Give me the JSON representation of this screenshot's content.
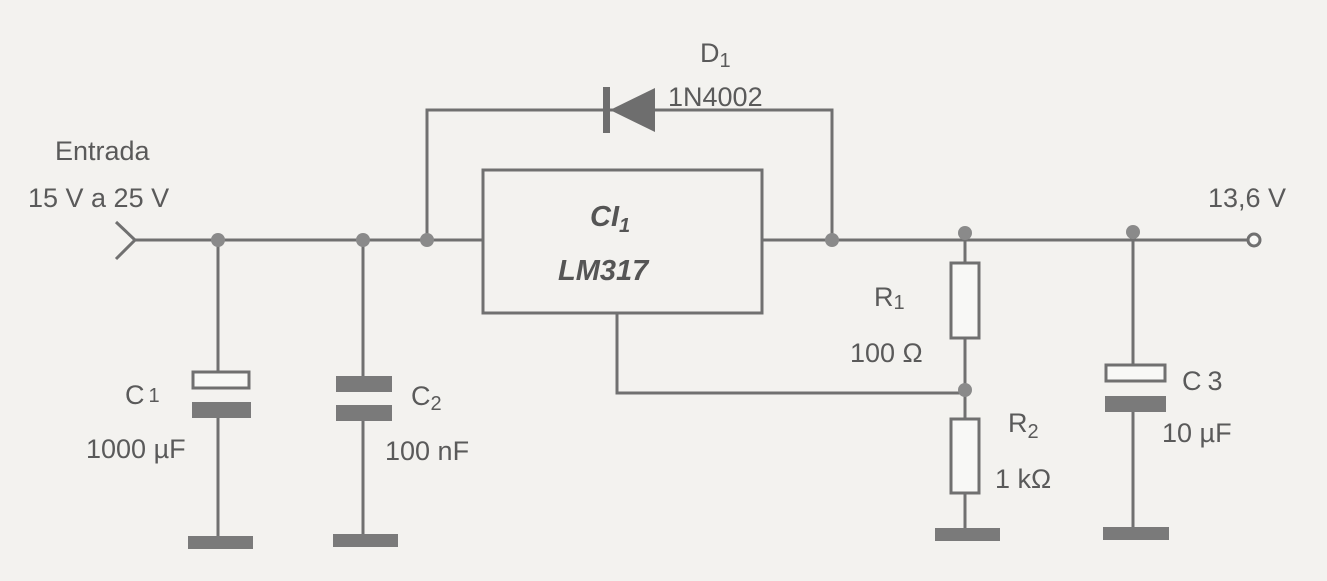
{
  "input": {
    "label": "Entrada",
    "range": "15 V a 25 V"
  },
  "output": {
    "voltage": "13,6 V"
  },
  "ic": {
    "ref": "CI",
    "ref_sub": "1",
    "part": "LM317"
  },
  "diode": {
    "ref": "D",
    "ref_sub": "1",
    "part": "1N4002"
  },
  "components": {
    "c1": {
      "ref": "C",
      "sub": "1",
      "value": "1000 µF"
    },
    "c2": {
      "ref": "C",
      "sub": "2",
      "value": "100 nF"
    },
    "c3": {
      "ref": "C",
      "sub": "3",
      "value": "10 µF"
    },
    "r1": {
      "ref": "R",
      "sub": "1",
      "value": "100 Ω"
    },
    "r2": {
      "ref": "R",
      "sub": "2",
      "value": "1 kΩ"
    }
  },
  "colors": {
    "wire": "#707070",
    "background": "#f3f2ef"
  }
}
